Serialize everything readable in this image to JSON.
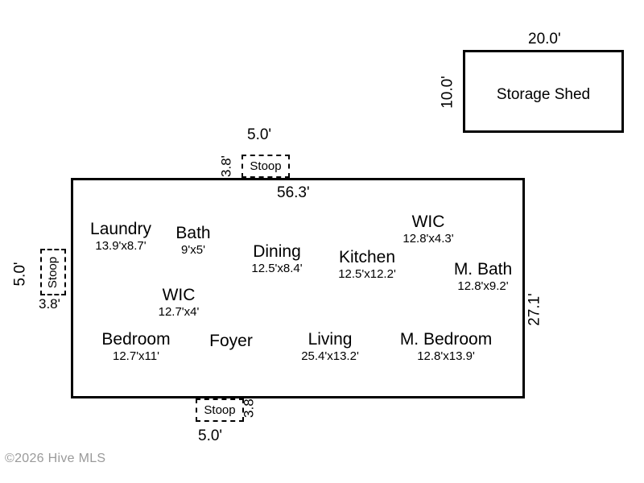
{
  "document": {
    "kind": "floor-plan",
    "copyright": "©2026 Hive MLS"
  },
  "shed": {
    "label": "Storage Shed",
    "width_label": "20.0'",
    "height_label": "10.0'"
  },
  "house": {
    "width_label": "56.3'",
    "height_label": "27.1'"
  },
  "stoops": [
    {
      "key": "top",
      "label": "Stoop",
      "width_label": "5.0'",
      "depth_label": "3.8'"
    },
    {
      "key": "left",
      "label": "Stoop",
      "width_label": "5.0'",
      "depth_label": "3.8'"
    },
    {
      "key": "bottom",
      "label": "Stoop",
      "width_label": "5.0'",
      "depth_label": "3.8'"
    }
  ],
  "rooms": [
    {
      "name": "Laundry",
      "size": "13.9'x8.7'"
    },
    {
      "name": "Bath",
      "size": "9'x5'"
    },
    {
      "name": "Dining",
      "size": "12.5'x8.4'"
    },
    {
      "name": "Kitchen",
      "size": "12.5'x12.2'"
    },
    {
      "name": "WIC",
      "size": "12.8'x4.3'"
    },
    {
      "name": "M. Bath",
      "size": "12.8'x9.2'"
    },
    {
      "name": "WIC",
      "size": "12.7'x4'"
    },
    {
      "name": "Bedroom",
      "size": "12.7'x11'"
    },
    {
      "name": "Foyer",
      "size": ""
    },
    {
      "name": "Living",
      "size": "25.4'x13.2'"
    },
    {
      "name": "M. Bedroom",
      "size": "12.8'x13.9'"
    }
  ],
  "colors": {
    "wall": "#000000",
    "background": "#ffffff",
    "watermark": "#9a9a9a"
  }
}
